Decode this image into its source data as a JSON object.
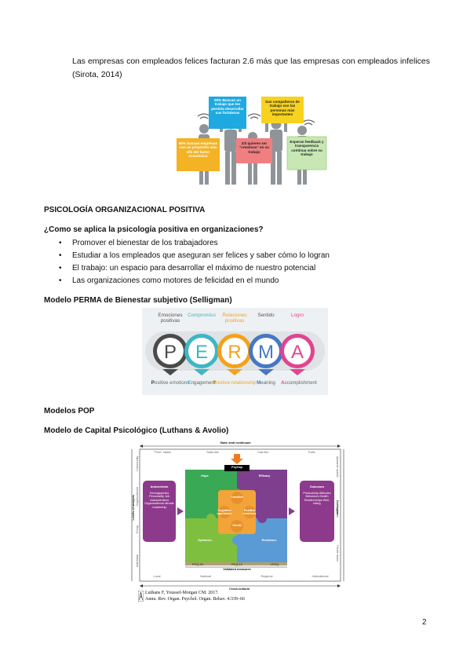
{
  "intro": "Las empresas con empleados felices facturan 2.6 más que las empresas con empleados infelices (Sirota, 2014)",
  "figure1": {
    "signs": [
      {
        "text": "99% Buscan un trabajo que les permita desarrollar sus fortalezas",
        "color": "#1fa9e1"
      },
      {
        "text": "Sus compañeros de trabajo son las personas más importantes",
        "color": "#f7d21e"
      },
      {
        "text": "60% buscan empresas con un propósito más allá del factor económico",
        "color": "#f3b324"
      },
      {
        "text": "2/3 quieren ser \"creativos\" en su trabajo",
        "color": "#f07f82"
      },
      {
        "text": "Esperan feedback y transparencia continua sobre su trabajo",
        "color": "#c7e8b5"
      }
    ]
  },
  "section_title": "PSICOLOGÍA ORGANIZACIONAL POSITIVA",
  "question": "¿Como se aplica la psicología positiva en organizaciones?",
  "bullet_char": "•",
  "bullets": [
    "Promover el bienestar de los trabajadores",
    "Estudiar a los empleados que aseguran ser felices y saber cómo lo logran",
    "El trabajo: un espacio para desarrollar el máximo de nuestro potencial",
    "Las organizaciones como motores de felicidad en el mundo"
  ],
  "perma_heading": "Modelo PERMA de Bienestar subjetivo (Selligman)",
  "perma": {
    "top_labels": [
      "Emociones positivas",
      "Compromiso",
      "Relaciones positivas",
      "Sentido",
      "Logro"
    ],
    "letters": [
      "P",
      "E",
      "R",
      "M",
      "A"
    ],
    "colors": [
      "#4a4a4a",
      "#3fb6c4",
      "#f3a21a",
      "#4577c5",
      "#e0458f"
    ],
    "bottom_initials": [
      "P",
      "E",
      "P",
      "M",
      "A"
    ],
    "bottom_rest": [
      "ositive emotions",
      "ngagement",
      "ositive relationship",
      "eaning",
      "ccomplishment"
    ]
  },
  "pop_heading": "Modelos POP",
  "capital_heading": "Modelo de Capital Psicológico (Luthans & Avolio)",
  "figure3": {
    "top_axis": "State–trait continuum",
    "top_ticks": [
      "\"Pure\" states",
      "State-like",
      "Trait-like",
      "Traits"
    ],
    "bottom_axis": "Cross-cultural",
    "bottom_ticks": [
      "Local",
      "National",
      "Regional",
      "International"
    ],
    "left_axis": "Levels of analysis",
    "left_ticks": [
      "Individual",
      "Group",
      "Organizational",
      "Community"
    ],
    "right_axis": "Contagion",
    "right_ticks": [
      "Trickle down",
      "Horizontal",
      "Upwards spirals"
    ],
    "psycap": "PsyCap",
    "quadrants": [
      "Hope",
      "Efficacy",
      "Optimism",
      "Resilience"
    ],
    "inner": [
      "Conative",
      "Cognitive appraisals",
      "Positive emotions",
      "Social"
    ],
    "antecedents_title": "Antecedents",
    "antecedents": "Demographics Personality Job characteristics Organizational climate Leadership",
    "outcomes_title": "Outcomes",
    "outcomes": "Productivity Attitudes Behaviors Health Relationships Well-being",
    "measures": [
      "PCQ-24",
      "PCQ-12",
      "I-PCQ"
    ],
    "measures_caption": "Validated measures"
  },
  "citation": [
    "Luthans F, Youssef-Morgan CM. 2017.",
    "Annu. Rev. Organ. Psychol. Organ. Behav. 4:339–66"
  ],
  "page_number": "2"
}
